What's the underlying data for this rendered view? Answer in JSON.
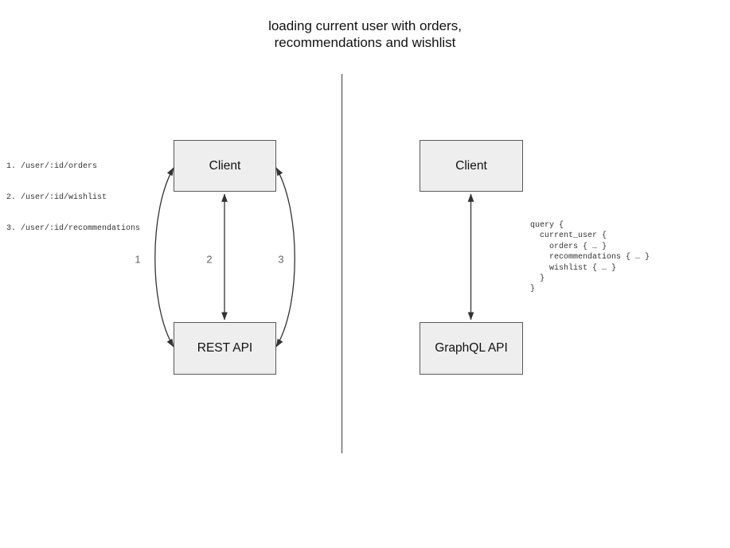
{
  "title": {
    "line1": "loading current user with orders,",
    "line2": "recommendations and wishlist"
  },
  "rest_panel": {
    "endpoints": [
      "1. /user/:id/orders",
      "2. /user/:id/wishlist",
      "3. /user/:id/recommendations"
    ],
    "client_label": "Client",
    "api_label": "REST API",
    "arrow_labels": [
      "1",
      "2",
      "3"
    ]
  },
  "graphql_panel": {
    "client_label": "Client",
    "api_label": "GraphQL API",
    "query": "query {\n  current_user {\n    orders { … }\n    recommendations { … }\n    wishlist { … }\n  }\n}"
  },
  "colors": {
    "box_fill": "#eeeeee",
    "box_border": "#595959",
    "arrow": "#333333",
    "label_gray": "#666666",
    "divider": "#666666"
  }
}
